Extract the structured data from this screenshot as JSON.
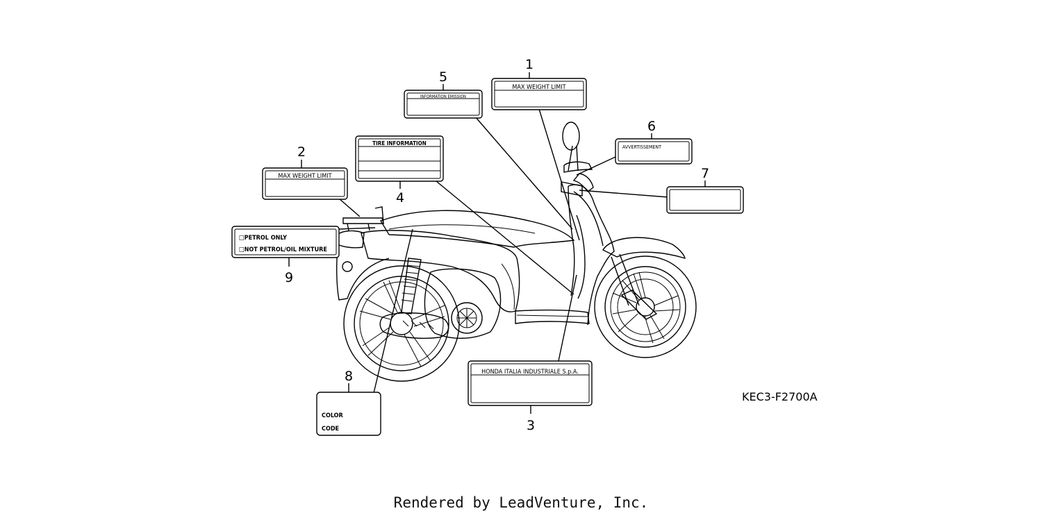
{
  "labels": {
    "l1": {
      "number": "1",
      "text": "MAX WEIGHT LIMIT"
    },
    "l2": {
      "number": "2",
      "text": "MAX WEIGHT LIMIT"
    },
    "l3": {
      "number": "3",
      "text": "HONDA ITALIA INDUSTRIALE S.p.A."
    },
    "l4": {
      "number": "4",
      "text": "TIRE INFORMATION"
    },
    "l5": {
      "number": "5",
      "text": "INFORMATION EMISSION"
    },
    "l6": {
      "number": "6",
      "text": "AVVERTISSEMENT"
    },
    "l7": {
      "number": "7",
      "text": ""
    },
    "l8": {
      "number": "8",
      "line1": "COLOR",
      "line2": "CODE"
    },
    "l9": {
      "number": "9",
      "line1": "□PETROL ONLY",
      "line2": "□NOT PETROL/OIL MIXTURE"
    }
  },
  "diagram_code": "KEC3-F2700A",
  "footer": "Rendered by LeadVenture, Inc."
}
